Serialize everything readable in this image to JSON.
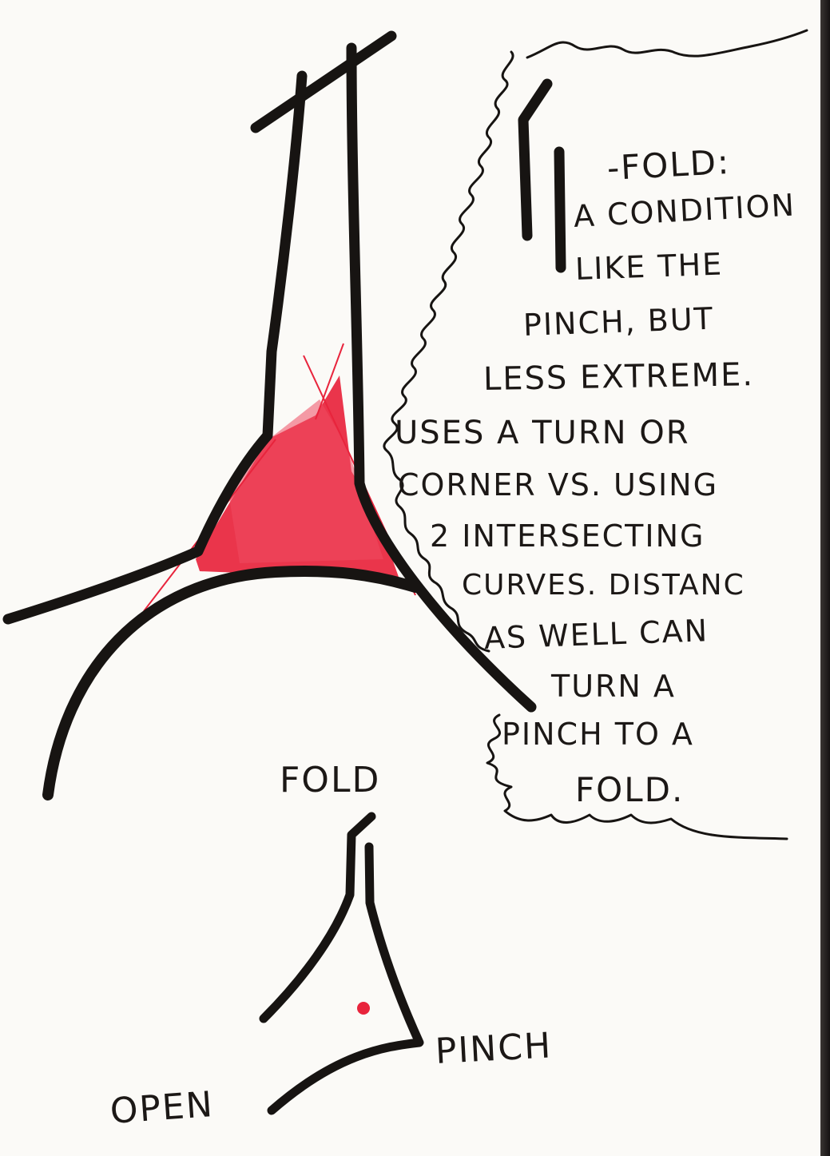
{
  "note": {
    "heading": "-FOLD:",
    "lines": [
      "A CONDITION",
      "LIKE THE",
      "PINCH, BUT",
      "LESS EXTREME.",
      "USES A TURN OR",
      "CORNER VS. USING",
      "2 INTERSECTING",
      "CURVES. DISTANC",
      "AS WELL CAN",
      "TURN A",
      "PINCH TO A",
      "FOLD."
    ]
  },
  "diagram": {
    "label_fold": "FOLD",
    "label_pinch": "PINCH",
    "label_open": "OPEN"
  },
  "colors": {
    "ink": "#171412",
    "red": "#e8243c",
    "paper": "#fbfaf7"
  }
}
